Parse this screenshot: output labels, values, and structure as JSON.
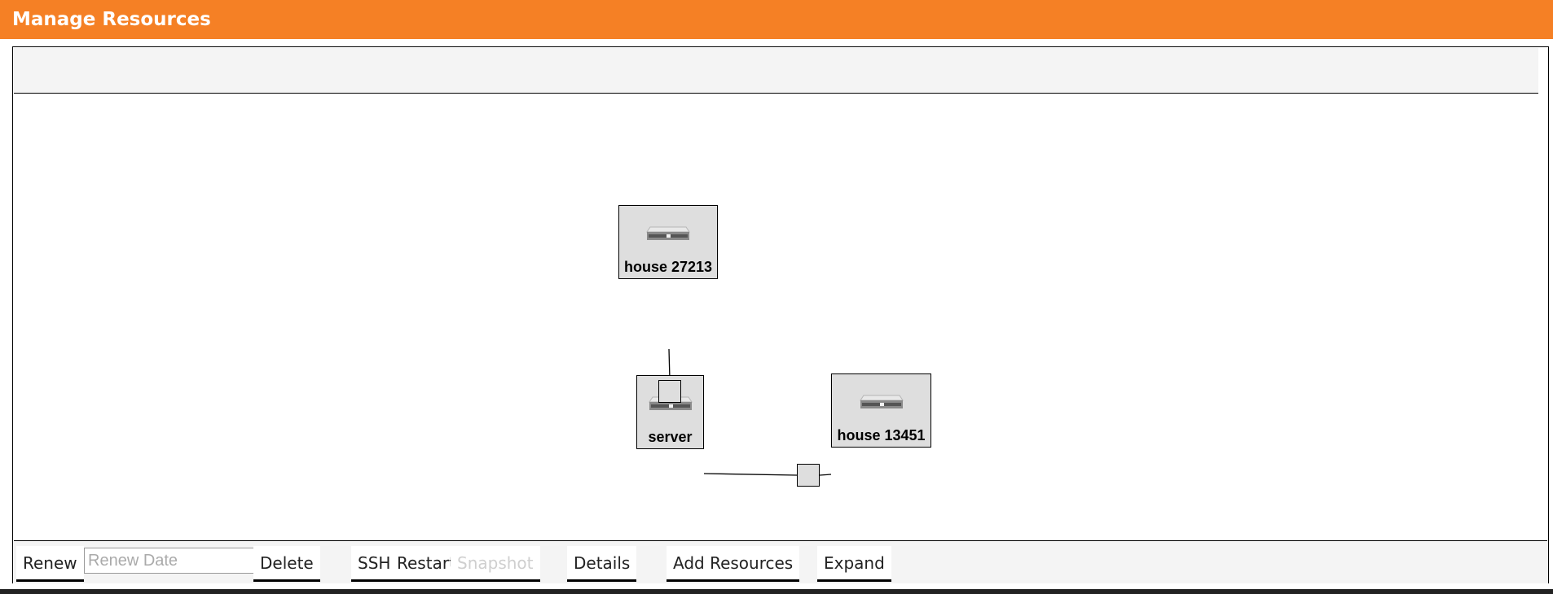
{
  "header": {
    "title": "Manage Resources"
  },
  "nodes": [
    {
      "id": "house-27213",
      "label": "house 27213",
      "icon": "server-device-icon"
    },
    {
      "id": "server",
      "label": "server",
      "icon": "server-device-icon"
    },
    {
      "id": "house-13451",
      "label": "house 13451",
      "icon": "server-device-icon"
    }
  ],
  "toolbar": {
    "renew_label": "Renew",
    "renew_date_placeholder": "Renew Date",
    "renew_date_value": "",
    "delete_label": "Delete",
    "ssh_label": "SSH",
    "restart_label": "Restart",
    "snapshot_label": "Snapshot",
    "details_label": "Details",
    "add_resources_label": "Add Resources",
    "expand_label": "Expand"
  },
  "colors": {
    "header_bg": "#f58025",
    "node_bg": "#dedede",
    "toolbar_bg": "#f4f4f4"
  }
}
